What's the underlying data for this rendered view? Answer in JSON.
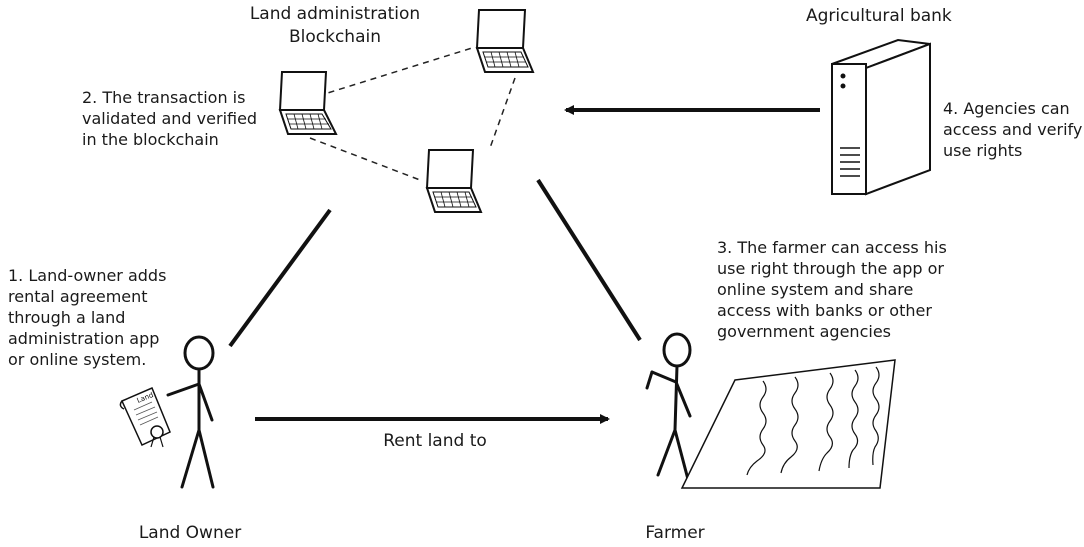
{
  "blockchain": {
    "title": "Land administration\nBlockchain",
    "step2": "2. The transaction is\nvalidated and verified\nin the blockchain"
  },
  "bank": {
    "title": "Agricultural bank",
    "step4": "4. Agencies can\naccess and verify\nuse rights"
  },
  "land_owner": {
    "label": "Land Owner",
    "step1": "1. Land-owner adds\nrental agreement\nthrough a land\nadministration app\nor online system.",
    "document_text": "Land"
  },
  "farmer": {
    "label": "Farmer",
    "step3": "3. The farmer can access his\nuse right through the app or\nonline system and share\naccess with banks or other\ngovernment agencies"
  },
  "rent_label": "Rent land to",
  "colors": {
    "ink": "#1a1a1a",
    "line": "#111111"
  }
}
